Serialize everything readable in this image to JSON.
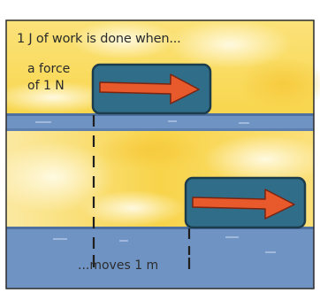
{
  "heading": "1 J of work is done when...",
  "force_label_line1": "a force",
  "force_label_line2": "of 1 N",
  "distance_label": "...moves 1 m",
  "colors": {
    "block_fill": "#2f6d88",
    "block_outline": "#1c3c4c",
    "arrow_fill": "#e85a2c",
    "arrow_outline": "#7a2410",
    "floor": "#6f94c4",
    "floor_dark": "#5d82b3",
    "sky_yellow": "#f9dc55",
    "sky_pale": "#fff6c9",
    "frame": "#222222",
    "dashed_line": "#222222"
  },
  "icons": {
    "block_top": "block-with-right-arrow",
    "block_bottom": "block-with-right-arrow"
  }
}
